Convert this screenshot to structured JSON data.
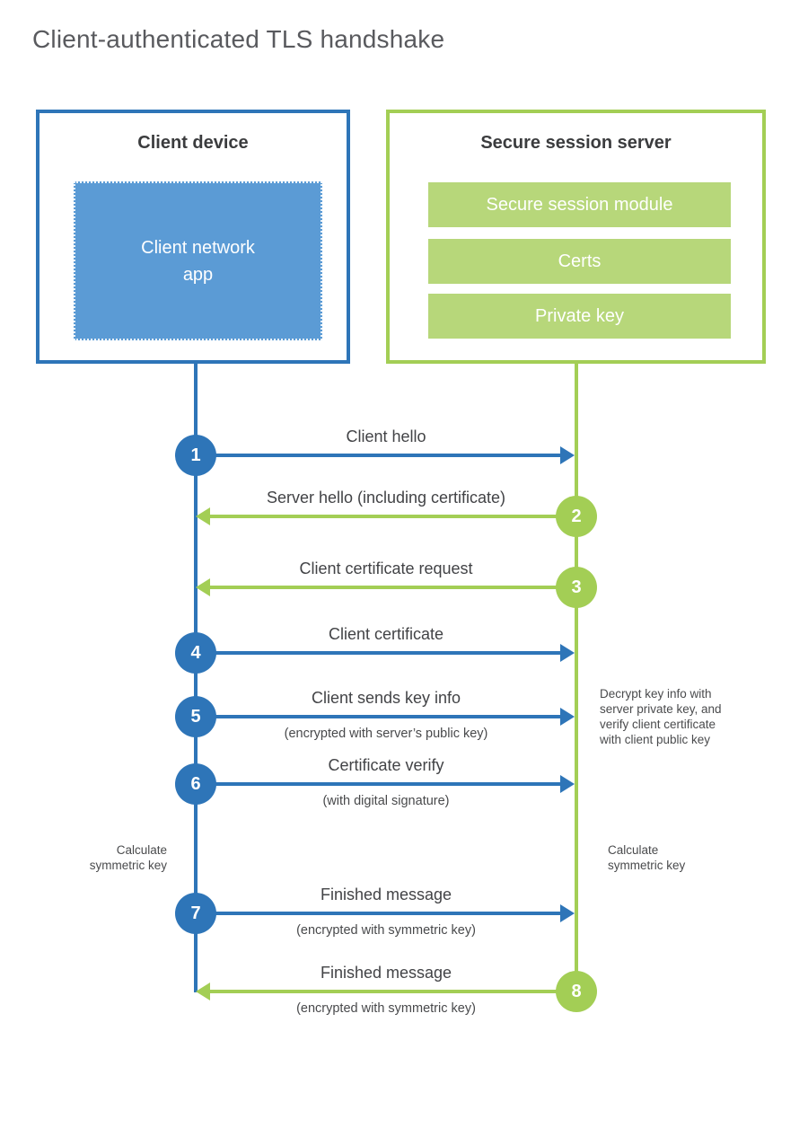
{
  "title": "Client-authenticated TLS handshake",
  "colors": {
    "blue": "#2e75b8",
    "blue_fill": "#5b9bd5",
    "green": "#a3ce55",
    "green_fill": "#b7d77a"
  },
  "client_box": {
    "title": "Client device",
    "app": {
      "lines": [
        "Client network",
        "app"
      ]
    }
  },
  "server_box": {
    "title": "Secure session server",
    "modules": [
      "Secure session module",
      "Certs",
      "Private key"
    ]
  },
  "steps": [
    {
      "number": "1",
      "from": "client",
      "to": "server",
      "label": "Client hello",
      "sublabel": ""
    },
    {
      "number": "2",
      "from": "server",
      "to": "client",
      "label": "Server hello (including certificate)",
      "sublabel": ""
    },
    {
      "number": "3",
      "from": "server",
      "to": "client",
      "label": "Client certificate request",
      "sublabel": ""
    },
    {
      "number": "4",
      "from": "client",
      "to": "server",
      "label": "Client certificate",
      "sublabel": ""
    },
    {
      "number": "5",
      "from": "client",
      "to": "server",
      "label": "Client sends key info",
      "sublabel": "(encrypted with server’s public key)"
    },
    {
      "number": "6",
      "from": "client",
      "to": "server",
      "label": "Certificate verify",
      "sublabel": "(with digital signature)"
    },
    {
      "number": "7",
      "from": "client",
      "to": "server",
      "label": "Finished message",
      "sublabel": "(encrypted with symmetric key)"
    },
    {
      "number": "8",
      "from": "server",
      "to": "client",
      "label": "Finished message",
      "sublabel": "(encrypted with symmetric key)"
    }
  ],
  "notes": {
    "decrypt": {
      "lines": [
        "Decrypt key info with",
        "server private key, and",
        "verify client certificate",
        "with client public key"
      ]
    },
    "calc_left": {
      "lines": [
        "Calculate",
        "symmetric key"
      ]
    },
    "calc_right": {
      "lines": [
        "Calculate",
        "symmetric key"
      ]
    }
  }
}
